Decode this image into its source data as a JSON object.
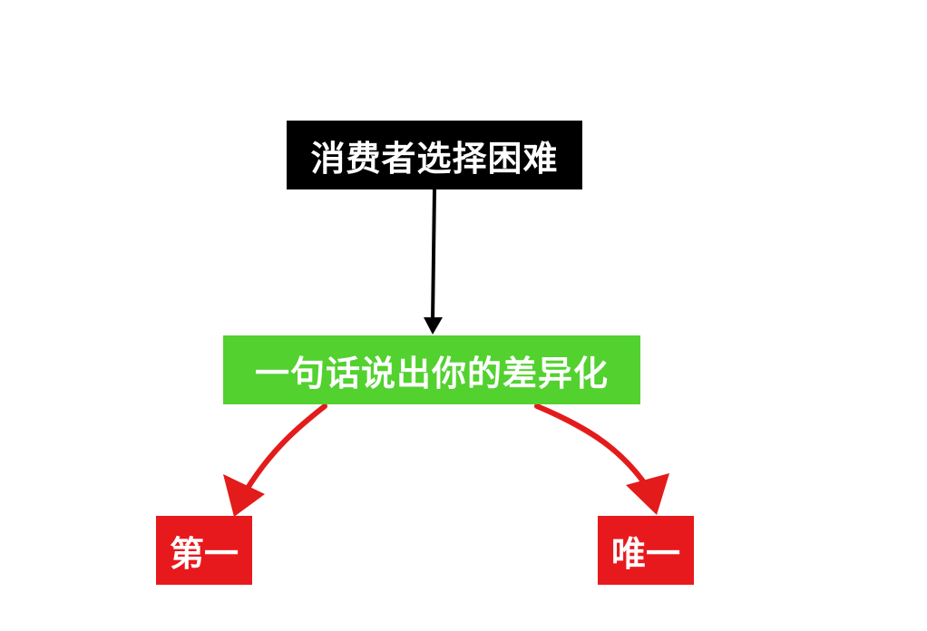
{
  "nodes": {
    "top": {
      "label": "消费者选择困难"
    },
    "middle": {
      "label": "一句话说出你的差异化"
    },
    "left": {
      "label": "第一"
    },
    "right": {
      "label": "唯一"
    }
  },
  "colors": {
    "top_fill": "#000000",
    "middle_fill": "#52d12f",
    "branch_fill": "#e8191c",
    "arrow_black": "#000000",
    "arrow_red": "#e31b1b"
  }
}
